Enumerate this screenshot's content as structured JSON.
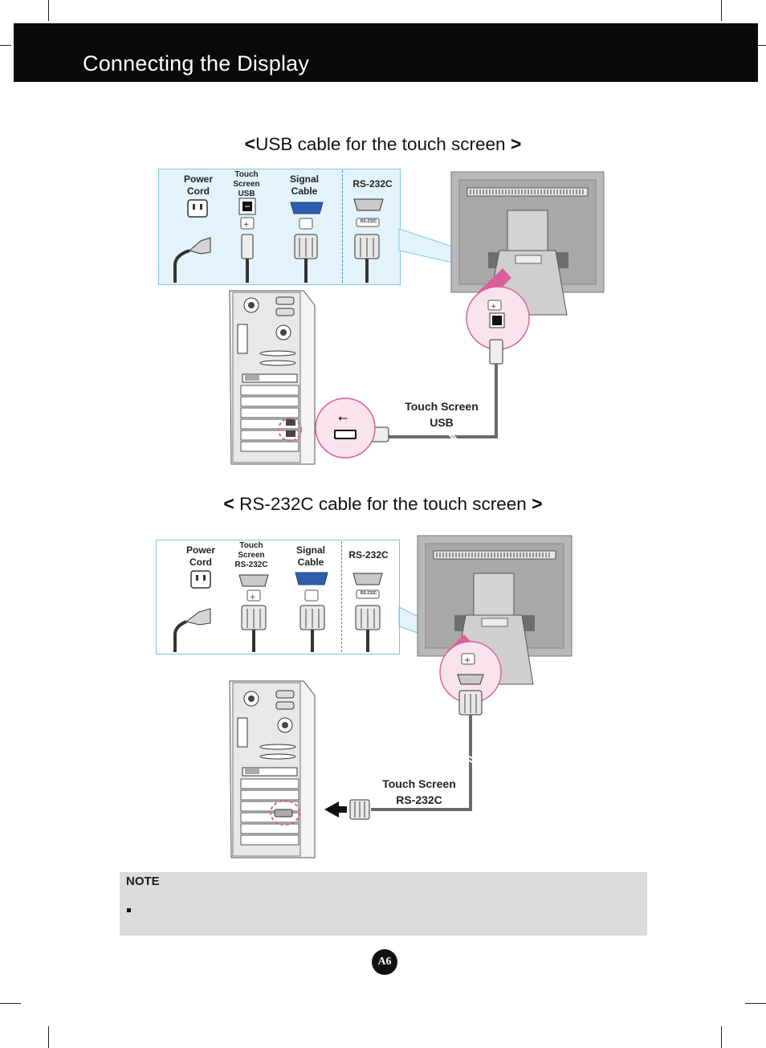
{
  "header": {
    "title": "Connecting the Display"
  },
  "usb_section": {
    "title": "USB cable for the touch screen",
    "panel": {
      "power_cord": [
        "Power",
        "Cord"
      ],
      "touch_screen_usb": [
        "Touch",
        "Screen",
        "USB"
      ],
      "signal_cable": [
        "Signal",
        "Cable"
      ],
      "rs232c": "RS-232C",
      "port_chip": "RS-232C"
    },
    "cable_label": [
      "Touch Screen",
      "USB"
    ]
  },
  "rs232_section": {
    "title": "RS-232C cable for the touch screen",
    "panel": {
      "power_cord": [
        "Power",
        "Cord"
      ],
      "touch_screen_rs232c": [
        "Touch",
        "Screen",
        "RS-232C"
      ],
      "signal_cable": [
        "Signal",
        "Cable"
      ],
      "rs232c": "RS-232C",
      "port_chip": "RS-232C"
    },
    "cable_label": [
      "Touch Screen",
      "RS-232C"
    ]
  },
  "note": {
    "title": "NOTE",
    "text": ""
  },
  "page_number": "A6",
  "colors": {
    "header_bg": "#0a0a0a",
    "panel_bg": "#e4f3fb",
    "highlight_pink": "#d9609a",
    "note_bg": "#dcdcdc",
    "cable_gray": "#6b6b6b",
    "vga_blue": "#2f5fae"
  }
}
